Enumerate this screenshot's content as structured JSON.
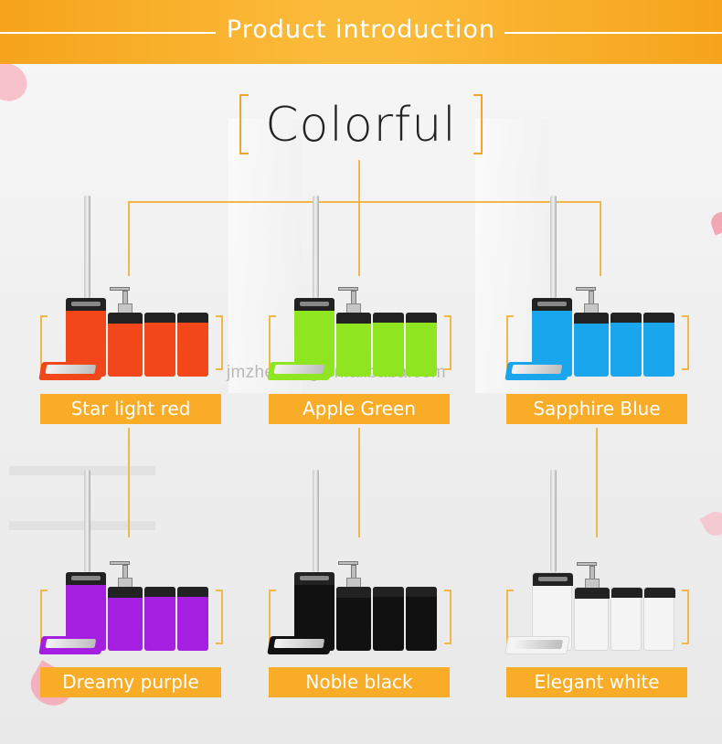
{
  "banner": {
    "title": "Product introduction"
  },
  "heading": {
    "text": "Colorful"
  },
  "watermark": "jmzhentong.en.alibaba.com",
  "products": [
    {
      "name": "Star light red",
      "color": "#f2461b"
    },
    {
      "name": "Apple Green",
      "color": "#8ee520"
    },
    {
      "name": "Sapphire Blue",
      "color": "#1aa6ec"
    },
    {
      "name": "Dreamy purple",
      "color": "#a51fe0"
    },
    {
      "name": "Noble black",
      "color": "#111111"
    },
    {
      "name": "Elegant white",
      "color": "#f4f4f4"
    }
  ],
  "colors": {
    "accent": "#f8ac27",
    "line": "#f3b64a"
  }
}
